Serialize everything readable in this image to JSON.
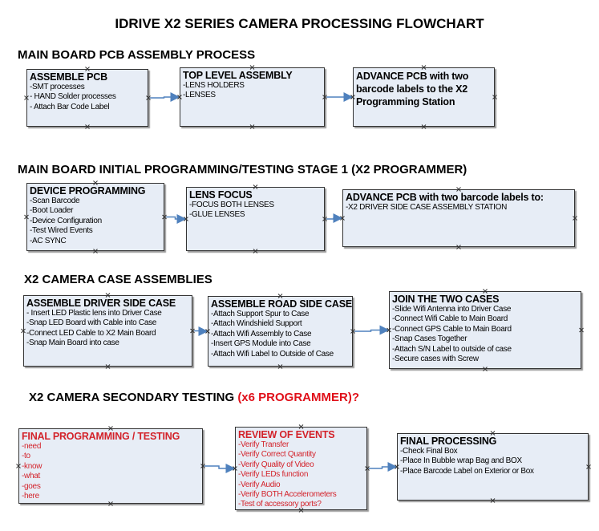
{
  "title": "IDRIVE X2  SERIES CAMERA PROCESSING FLOWCHART",
  "colors": {
    "box_fill": "#e7edf6",
    "arrow": "#4f81bd",
    "red_text": "#d3222a",
    "heading_red": "#e0101a"
  },
  "sections": [
    {
      "heading": "MAIN BOARD PCB ASSEMBLY PROCESS",
      "heading_red": "",
      "boxes": [
        {
          "title": "ASSEMBLE PCB",
          "items": [
            " -SMT processes",
            "- HAND Solder processes",
            "- Attach Bar Code Label"
          ]
        },
        {
          "title": "TOP LEVEL ASSEMBLY",
          "items": [
            "-LENS HOLDERS",
            "-LENSES"
          ]
        },
        {
          "title": "ADVANCE PCB with two barcode labels to the  X2 Programming Station",
          "items": []
        }
      ]
    },
    {
      "heading": "MAIN BOARD INITIAL PROGRAMMING/TESTING STAGE 1 (X2 PROGRAMMER)",
      "heading_red": "",
      "boxes": [
        {
          "title": "DEVICE PROGRAMMING",
          "items": [
            "-Scan Barcode",
            "-Boot Loader",
            "-Device Configuration",
            "-Test Wired Events",
            "-AC SYNC"
          ]
        },
        {
          "title": "LENS FOCUS",
          "items": [
            "-FOCUS BOTH LENSES",
            "-GLUE LENSES"
          ]
        },
        {
          "title": "ADVANCE PCB with two barcode labels to:",
          "items": [
            "-X2 DRIVER  SIDE  CASE  ASSEMBLY STATION"
          ]
        }
      ]
    },
    {
      "heading": "X2 CAMERA CASE ASSEMBLIES",
      "heading_red": "",
      "boxes": [
        {
          "title": "ASSEMBLE DRIVER SIDE CASE",
          "items": [
            "- Insert LED Plastic lens into Driver Case",
            "-Snap LED Board with Cable into Case",
            "-Connect LED Cable to X2 Main Board",
            "-Snap Main Board into case"
          ]
        },
        {
          "title": "ASSEMBLE ROAD SIDE CASE",
          "items": [
            "-Attach Support Spur to Case",
            "-Attach Windshield Support",
            "-Attach Wifi Assembly to Case",
            "-Insert GPS Module into Case",
            "-Attach Wifi Label to Outside of Case"
          ]
        },
        {
          "title": "JOIN THE TWO CASES",
          "items": [
            "-Slide Wifi Antenna into Driver Case",
            "-Connect Wifi Cable to Main Board",
            "-Connect GPS Cable to Main Board",
            "-Snap Cases Together",
            "-Attach S/N Label to outside of case",
            "-Secure cases with Screw"
          ]
        }
      ]
    },
    {
      "heading": "X2 CAMERA SECONDARY TESTING  ",
      "heading_red": "(x6 PROGRAMMER)?",
      "boxes": [
        {
          "title": "FINAL PROGRAMMING / TESTING",
          "items": [
            "-need",
            "-to",
            "-know",
            "-what",
            "-goes",
            "-here"
          ],
          "red": true
        },
        {
          "title": "REVIEW OF EVENTS",
          "items": [
            "-Verify Transfer",
            "-Verify Correct Quantity",
            "-Verify Quality of Video",
            "-Verify LEDs function",
            "-Verify Audio",
            "-Verify BOTH Accelerometers",
            "-Test of accessory ports?"
          ],
          "red": true
        },
        {
          "title": "FINAL PROCESSING",
          "items": [
            " -Check Final Box",
            "-Place In Bubble wrap Bag and BOX",
            "-Place Barcode Label on Exterior or Box"
          ]
        }
      ]
    }
  ]
}
